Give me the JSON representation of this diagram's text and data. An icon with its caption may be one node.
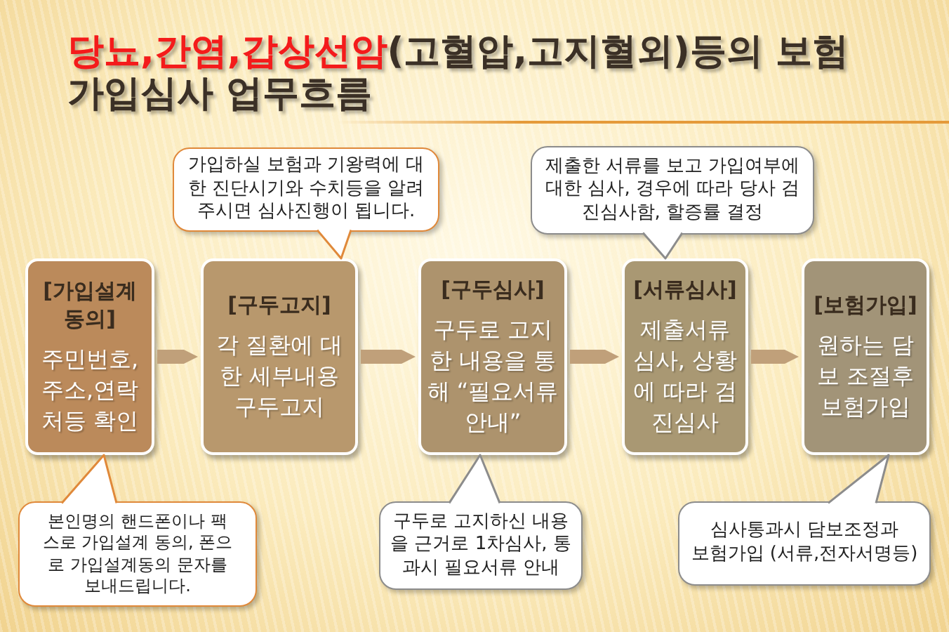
{
  "diagram": {
    "title": "*당뇨,간염,갑상선암*(고혈압,고지혈외)등의 보험 가입심사 업무흐름",
    "nodes": [
      {
        "text": [
          "가입하실 보험과 기왕력에 대한 진단시기와 수치등을 알려주시면 심사진행이 됩니다."
        ]
      },
      {
        "text": [
          "제출한 서류를 보고 가입여부에 대한 심사, 경우에 따라 당사 검진심사함, 할증률 결정"
        ]
      },
      {
        "text": [
          "[가입설계 동의]",
          "주민번호, 주소,연락처등 확인"
        ]
      },
      {
        "text": [
          "[구두고지]",
          "각 질환에 대한 세부내용 구두고지"
        ]
      },
      {
        "text": [
          "[구두심사]",
          "구두로 고지한 내용을 통해 “필요서류안내”"
        ]
      },
      {
        "text": [
          "[서류심사]",
          "제출서류 심사, 상황에 따라 검진심사"
        ]
      },
      {
        "text": [
          "[보험가입]",
          "원하는 담보 조절후 보험가입"
        ]
      },
      {
        "text": [
          "본인명의 핸드폰이나 팩스로 가입설계 동의, 폰으로 가입설계동의 문자를 보내드립니다."
        ]
      },
      {
        "text": [
          "구두로 고지하신 내용을 근거로 1차심사, 통과시 필요서류 안내"
        ]
      },
      {
        "text": [
          "심사통과시 담보조정과 보험가입 (서류,전자서명등)"
        ]
      }
    ],
    "edges": [
      {
        "from": 2,
        "to": 3,
        "arrow": "to",
        "style": "thick"
      },
      {
        "from": 3,
        "to": 4,
        "arrow": "to",
        "style": "thick"
      },
      {
        "from": 4,
        "to": 5,
        "arrow": "to",
        "style": "thick"
      },
      {
        "from": 5,
        "to": 6,
        "arrow": "to",
        "style": "thick"
      },
      {
        "from": 0,
        "to": 3,
        "arrow": "to"
      },
      {
        "from": 1,
        "to": 5,
        "arrow": "to"
      },
      {
        "from": 7,
        "to": 2,
        "arrow": "to"
      },
      {
        "from": 8,
        "to": 4,
        "arrow": "to"
      },
      {
        "from": 9,
        "to": 6,
        "arrow": "to"
      }
    ]
  }
}
